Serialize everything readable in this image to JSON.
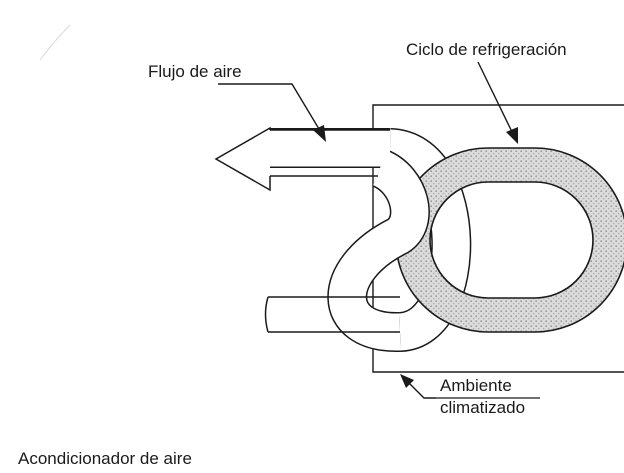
{
  "labels": {
    "air_flow": "Flujo de aire",
    "refrigeration_cycle": "Ciclo de refrigeración",
    "conditioned_space_line1": "Ambiente",
    "conditioned_space_line2": "climatizado",
    "air_conditioner": "Acondicionador de aire"
  },
  "colors": {
    "ink": "#1a1a1a",
    "refrigerant_fill": "#cfcfcf",
    "background": "#ffffff"
  }
}
